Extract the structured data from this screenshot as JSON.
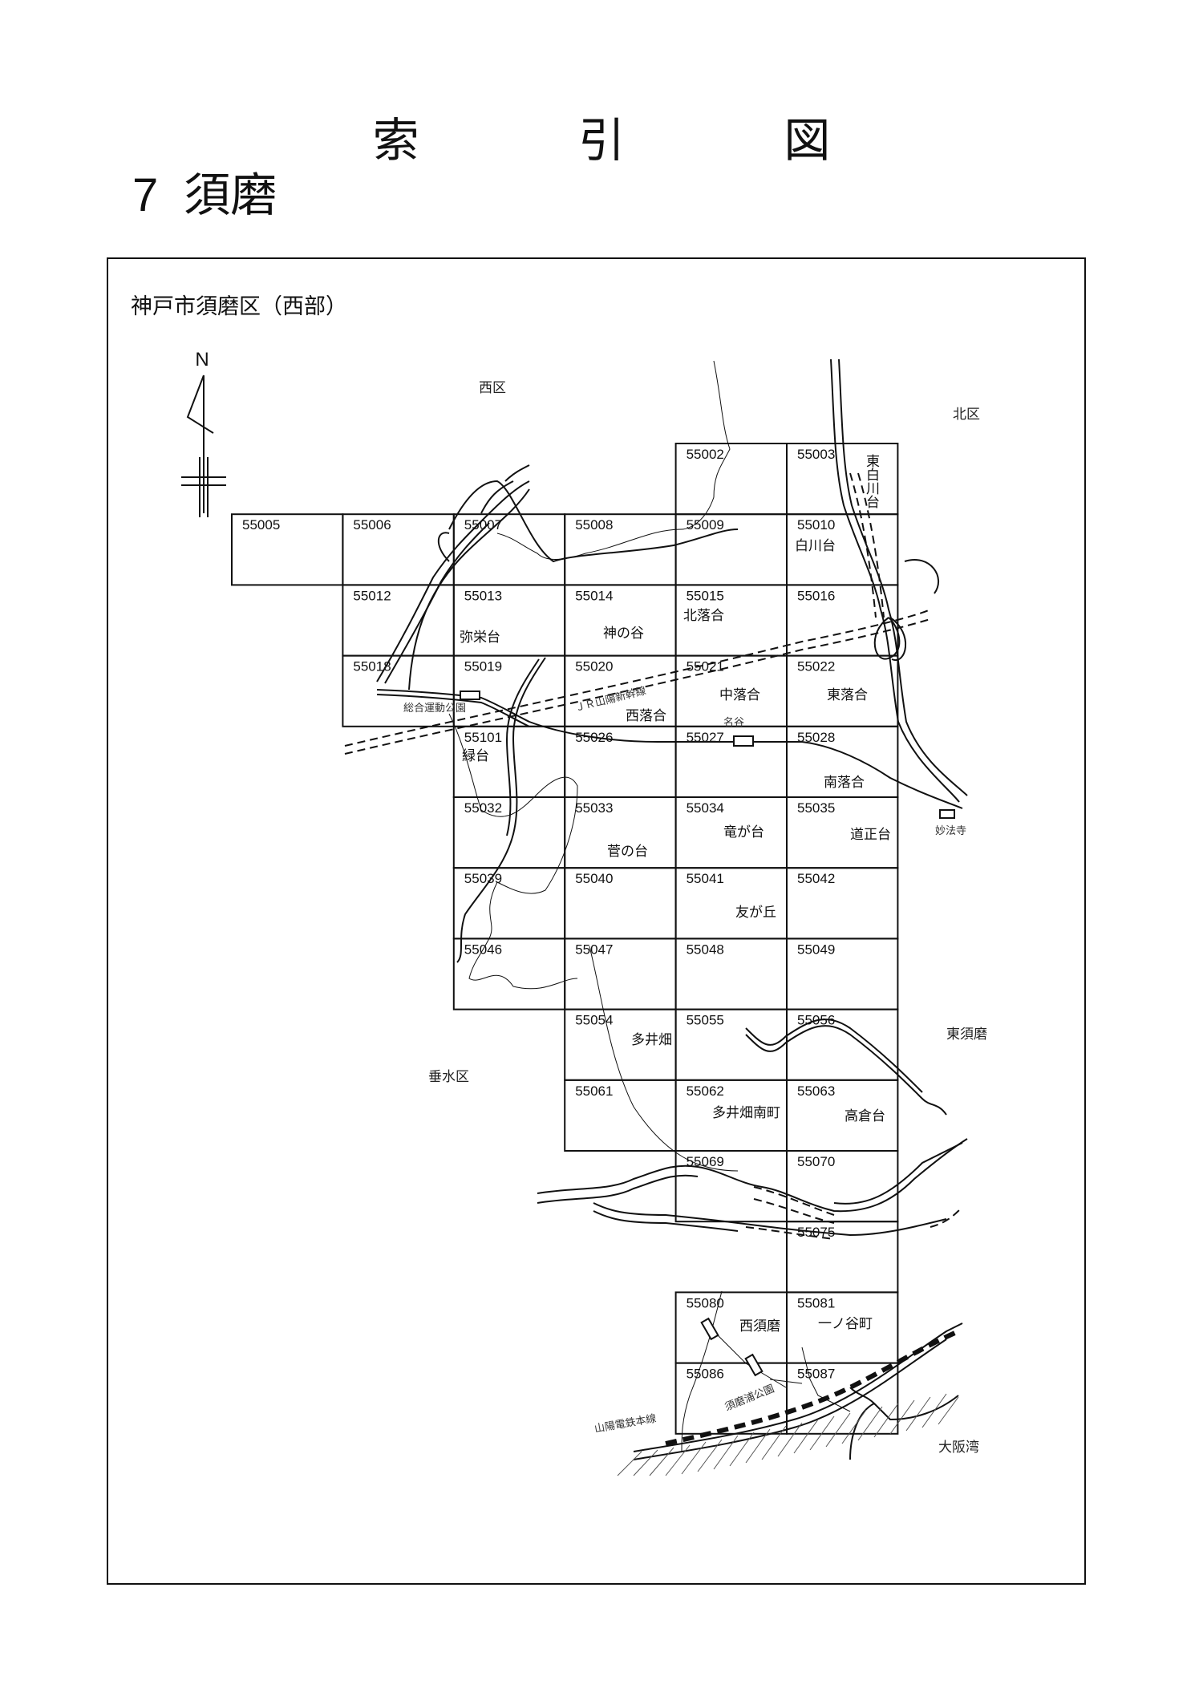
{
  "page": {
    "title": "索 引 図",
    "chapter_number": "7",
    "chapter_name": "須磨"
  },
  "map": {
    "subtitle": "神戸市須磨区（西部）",
    "north_label": "N",
    "grid_cells": [
      "55002",
      "55003",
      "55005",
      "55006",
      "55007",
      "55008",
      "55009",
      "55010",
      "55012",
      "55013",
      "55014",
      "55015",
      "55016",
      "55018",
      "55019",
      "55020",
      "55021",
      "55022",
      "55101",
      "55026",
      "55027",
      "55028",
      "55032",
      "55033",
      "55034",
      "55035",
      "55039",
      "55040",
      "55041",
      "55042",
      "55046",
      "55047",
      "55048",
      "55049",
      "55054",
      "55055",
      "55056",
      "55061",
      "55062",
      "55063",
      "55069",
      "55070",
      "55075",
      "55080",
      "55081",
      "55086",
      "55087"
    ],
    "town_labels": [
      "東白川台",
      "白川台",
      "弥栄台",
      "神の谷",
      "北落合",
      "中落合",
      "東落合",
      "西落合",
      "緑台",
      "南落合",
      "菅の台",
      "竜が台",
      "道正台",
      "友が丘",
      "多井畑",
      "多井畑南町",
      "高倉台",
      "西須磨",
      "一ノ谷町"
    ],
    "area_labels": [
      "西区",
      "北区",
      "垂水区",
      "東須磨",
      "大阪湾"
    ],
    "feature_labels": [
      "総合運動公園",
      "ＪＲ山陽新幹線",
      "名谷",
      "妙法寺",
      "須磨浦公園",
      "山陽電鉄本線"
    ],
    "line_color": "#111111"
  }
}
